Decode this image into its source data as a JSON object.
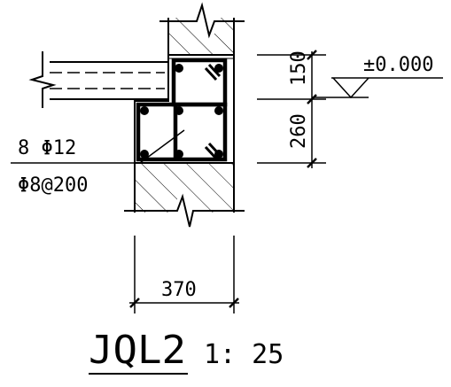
{
  "drawing": {
    "elevation": "±0.000",
    "dimensions": {
      "upper_height": "150",
      "lower_height": "260",
      "width": "370"
    },
    "rebar": {
      "main_bars": "8 Φ12",
      "stirrups": "Φ8@200"
    },
    "title": {
      "name": "JQL2",
      "scale": "1: 25"
    }
  }
}
